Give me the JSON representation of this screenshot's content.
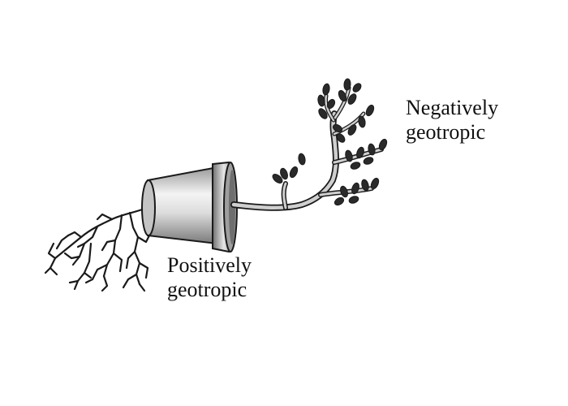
{
  "labels": {
    "negative": {
      "line1": "Negatively",
      "line2": "geotropic"
    },
    "positive": {
      "line1": "Positively",
      "line2": "geotropic"
    }
  },
  "colors": {
    "pot_light": "#f2f2f2",
    "pot_dark": "#8c8c8c",
    "outline": "#1a1a1a",
    "stem": "#c8c8c8",
    "leaf": "#2a2a2a"
  }
}
